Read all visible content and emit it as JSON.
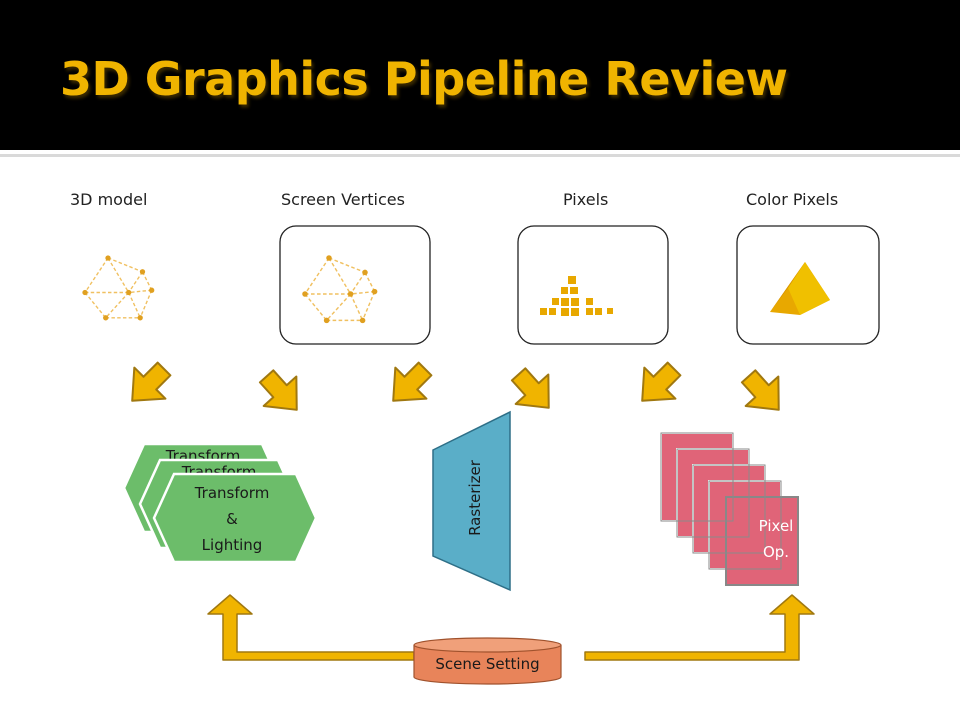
{
  "title": "3D Graphics Pipeline Review",
  "stages": {
    "model": "3D model",
    "screen_vertices": "Screen Vertices",
    "pixels": "Pixels",
    "color_pixels": "Color Pixels"
  },
  "transform_lighting": {
    "line1": "Transform",
    "line2": "&",
    "line3": "Lighting"
  },
  "rasterizer": "Rasterizer",
  "pixel_op": {
    "line1": "Pixel",
    "line2": "Op."
  },
  "scene_setting": "Scene Setting",
  "colors": {
    "accent_gold": "#f0b400",
    "transform_green": "#6cbd6a",
    "rasterizer_blue": "#5aaec8",
    "pixel_op_pink": "#e06478",
    "scene_orange": "#e8845a"
  }
}
